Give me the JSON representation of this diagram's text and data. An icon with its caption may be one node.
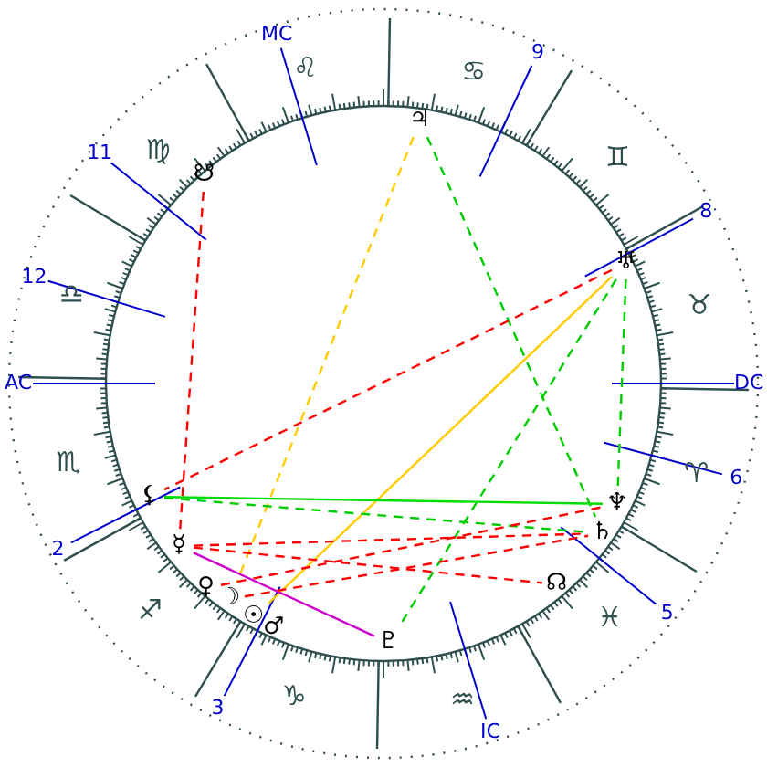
{
  "diagram": {
    "nodes": [
      {
        "text": [
          "☋"
        ]
      },
      {
        "text": [
          "♃"
        ]
      },
      {
        "text": [
          "♅"
        ]
      },
      {
        "text": [
          "⚸"
        ]
      },
      {
        "text": [
          "♆"
        ]
      },
      {
        "text": [
          "♄"
        ]
      },
      {
        "text": [
          "☿"
        ]
      },
      {
        "text": [
          "♀"
        ]
      },
      {
        "text": [
          "☽"
        ]
      },
      {
        "text": [
          "☉"
        ]
      },
      {
        "text": [
          "♂"
        ]
      },
      {
        "text": [
          "☊"
        ]
      },
      {
        "text": [
          "♇"
        ]
      }
    ],
    "edges": [
      {
        "from": 0,
        "to": 6,
        "arrow": "none",
        "style": "dashed",
        "color": "#ff0000"
      },
      {
        "from": 1,
        "to": 8,
        "arrow": "none",
        "style": "dashed",
        "color": "#ffcc00"
      },
      {
        "from": 1,
        "to": 5,
        "arrow": "none",
        "style": "dashed",
        "color": "#00cc00"
      },
      {
        "from": 2,
        "to": 3,
        "arrow": "none",
        "style": "dashed",
        "color": "#ff0000"
      },
      {
        "from": 2,
        "to": 9,
        "arrow": "none",
        "color": "#ffcc00"
      },
      {
        "from": 2,
        "to": 4,
        "arrow": "none",
        "style": "dashed",
        "color": "#00cc00"
      },
      {
        "from": 2,
        "to": 12,
        "arrow": "none",
        "style": "dashed",
        "color": "#00cc00"
      },
      {
        "from": 3,
        "to": 4,
        "arrow": "none",
        "color": "#00dd00"
      },
      {
        "from": 3,
        "to": 5,
        "arrow": "none",
        "style": "dashed",
        "color": "#00cc00"
      },
      {
        "from": 6,
        "to": 12,
        "arrow": "none",
        "color": "#cc00cc"
      },
      {
        "from": 6,
        "to": 11,
        "arrow": "none",
        "style": "dashed",
        "color": "#ff0000"
      },
      {
        "from": 6,
        "to": 5,
        "arrow": "none",
        "style": "dashed",
        "color": "#ff0000"
      },
      {
        "from": 7,
        "to": 4,
        "arrow": "none",
        "style": "dashed",
        "color": "#ff0000"
      },
      {
        "from": 8,
        "to": 5,
        "arrow": "none",
        "style": "dashed",
        "color": "#ff0000"
      }
    ],
    "labels": [
      "MC",
      "♌",
      "♋",
      "9",
      "11",
      "♍",
      "♊",
      "8",
      "12",
      "♎",
      "♉",
      "AC",
      "DC",
      "♏",
      "♈",
      "2",
      "6",
      "♐",
      "♓",
      "5",
      "3",
      "♑",
      "♒",
      "IC"
    ]
  }
}
